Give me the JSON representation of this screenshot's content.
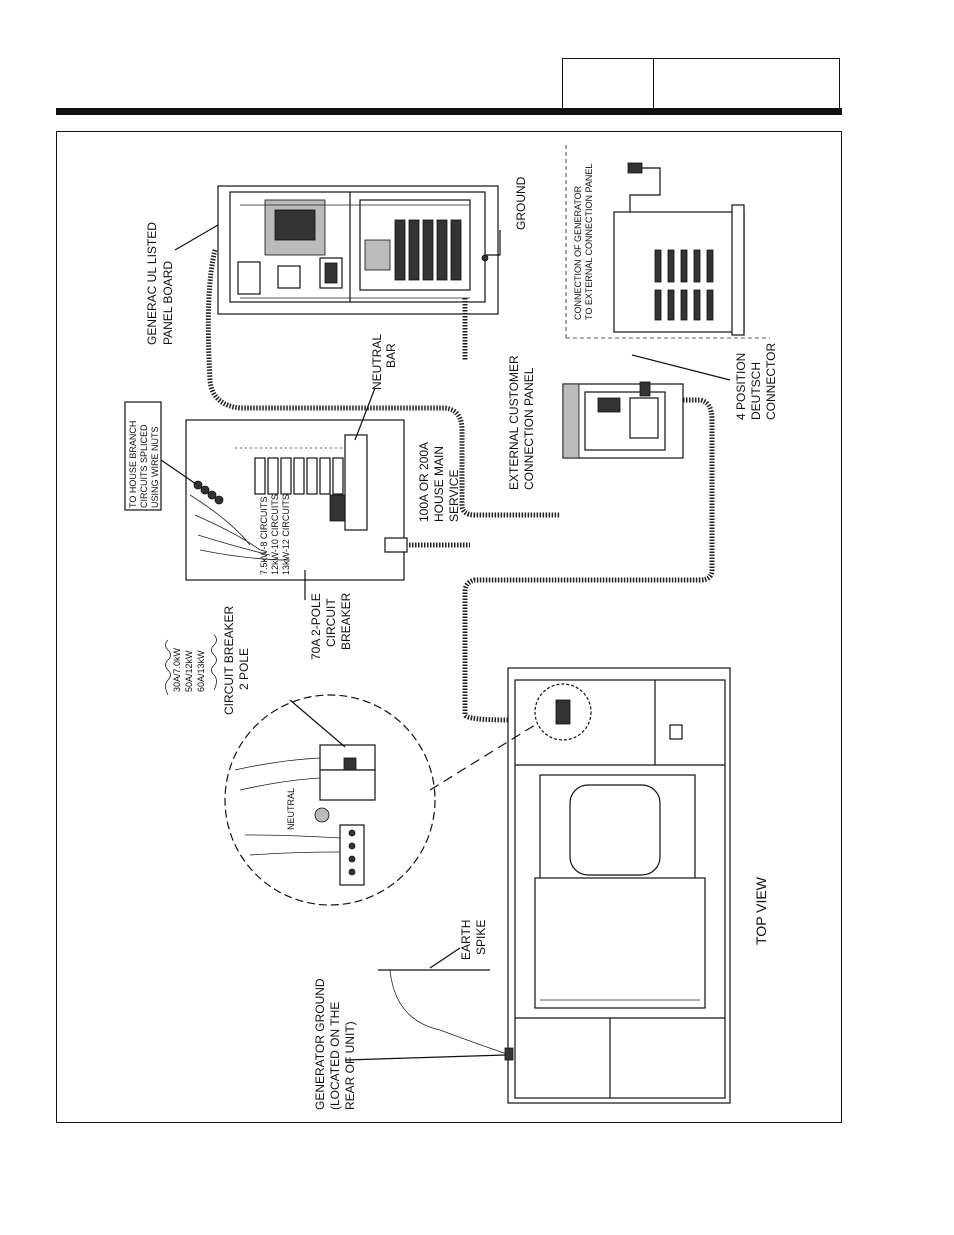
{
  "labels": {
    "panel_board": [
      "GENERAC UL LISTED",
      "PANEL BOARD"
    ],
    "ground": "GROUND",
    "connection_of_generator": [
      "CONNECTION OF GENERATOR",
      "TO EXTERNAL CONNECTION PANEL"
    ],
    "neutral_bar": [
      "NEUTRAL",
      "BAR"
    ],
    "house_branch_note": [
      "TO HOUSE BRANCH",
      "CIRCUITS SPLICED",
      "USING WIRE NUTS"
    ],
    "circuits": [
      "7.5kW-8 CIRCUITS",
      "12kW-10 CIRCUITS",
      "13kW-12 CIRCUITS"
    ],
    "house_main_service": [
      "100A OR 200A",
      "HOUSE MAIN",
      "SERVICE"
    ],
    "external_customer_panel": [
      "EXTERNAL CUSTOMER",
      "CONNECTION PANEL"
    ],
    "deutsch_connector": [
      "4 POSITION",
      "DEUTSCH",
      "CONNECTOR"
    ],
    "circuit_breaker_70a": [
      "70A 2-POLE",
      "CIRCUIT",
      "BREAKER"
    ],
    "circuit_breaker_2pole": [
      "CIRCUIT BREAKER",
      "2 POLE"
    ],
    "breaker_ratings": [
      "30A/7.0kW",
      "50A/12kW",
      "60A/13kW"
    ],
    "neutral": "NEUTRAL",
    "earth_spike": [
      "EARTH",
      "SPIKE"
    ],
    "top_view": "TOP VIEW",
    "generator_ground": [
      "GENERATOR GROUND",
      "(LOCATED ON THE",
      "REAR OF UNIT)"
    ]
  }
}
